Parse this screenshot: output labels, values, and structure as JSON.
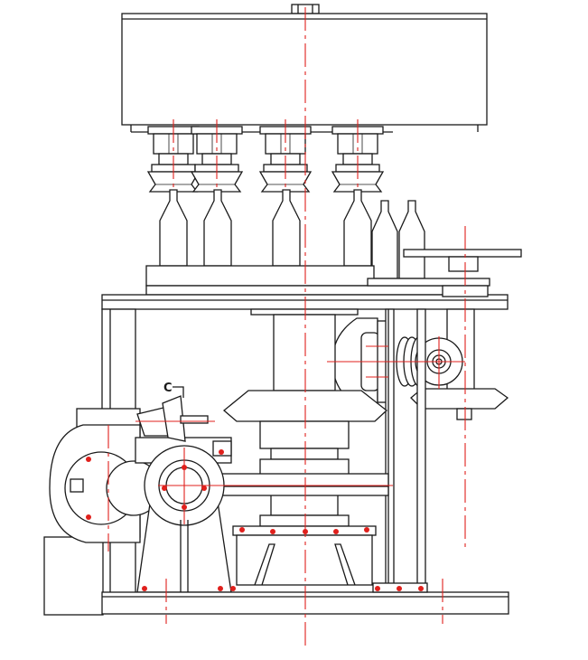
{
  "drawing": {
    "section_marker": "C",
    "colors": {
      "line": "#1a1a1a",
      "centerline": "#e0201c",
      "background": "#ffffff"
    },
    "heads": 4,
    "bottles": 6
  }
}
